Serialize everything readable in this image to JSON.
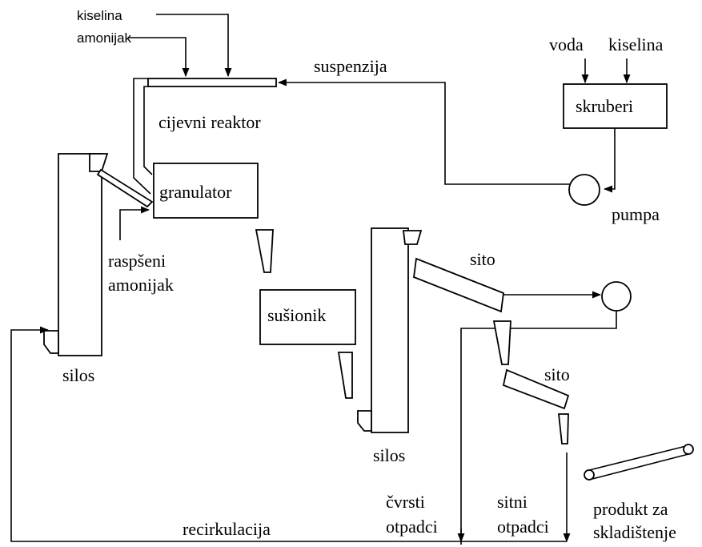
{
  "labels": {
    "kiselina_top": "kiselina",
    "amonijak_top": "amonijak",
    "suspenzija": "suspenzija",
    "voda": "voda",
    "kiselina_right": "kiselina",
    "skruberi": "skruberi",
    "cijevni_reaktor": "cijevni reaktor",
    "granulator": "granulator",
    "pumpa": "pumpa",
    "raspseni": "raspšeni",
    "amonijak_left": "amonijak",
    "silos_left": "silos",
    "susionik": "sušionik",
    "sito_1": "sito",
    "sito_2": "sito",
    "silos_mid": "silos",
    "cvrsti": "čvrsti",
    "otpadci_1": "otpadci",
    "sitni": "sitni",
    "otpadci_2": "otpadci",
    "produkt": "produkt za",
    "skladistenje": "skladištenje",
    "recirkulacija": "recirkulacija"
  }
}
